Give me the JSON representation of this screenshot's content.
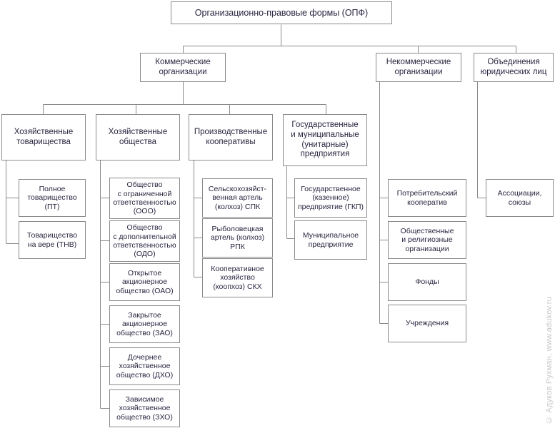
{
  "title": "Организационно-правовые формы (ОПФ)",
  "watermark": "© Адуков Рухман, www.adukov.ru",
  "theme": {
    "border": "#8a8a8a",
    "text": "#2b2540",
    "background": "#ffffff",
    "watermark_color": "#c9c9c9"
  },
  "chart_data": {
    "type": "diagram",
    "subtype": "organizational-hierarchy-tree",
    "title": "Организационно-правовые формы (ОПФ)",
    "orientation": "top-down",
    "levels": 4,
    "root": "Организационно-правовые формы (ОПФ)",
    "branches": [
      {
        "label": "Коммерческие организации",
        "children": [
          {
            "label": "Хозяйственные товарищества",
            "children": [
              "Полное товарищество (ПТ)",
              "Товарищество на вере (ТНВ)"
            ]
          },
          {
            "label": "Хозяйственные общества",
            "children": [
              "Общество с ограниченной ответственностью (ООО)",
              "Общество с дополнительной ответственностью (ОДО)",
              "Открытое акционерное общество (ОАО)",
              "Закрытое акционерное общество (ЗАО)",
              "Дочернее хозяйственное общество (ДХО)",
              "Зависимое хозяйственное общество (ЗХО)"
            ]
          },
          {
            "label": "Производственные кооперативы",
            "children": [
              "Сельскохозяйственная артель (колхоз) СПК",
              "Рыболовецкая артель (колхоз) РПК",
              "Кооперативное хозяйство (коопхоз) СКХ"
            ]
          },
          {
            "label": "Государственные и муниципальные (унитарные) предприятия",
            "children": [
              "Государственное (казенное) предприятие (ГКП)",
              "Муниципальное предприятие"
            ]
          }
        ]
      },
      {
        "label": "Некоммерческие организации",
        "children": [
          {
            "label": "Потребительский кооператив",
            "children": []
          },
          {
            "label": "Общественные и религиозные организации",
            "children": []
          },
          {
            "label": "Фонды",
            "children": []
          },
          {
            "label": "Учреждения",
            "children": []
          }
        ]
      },
      {
        "label": "Объединения юридических лиц",
        "children": [
          {
            "label": "Ассоциации, союзы",
            "children": []
          }
        ]
      }
    ]
  },
  "nodes": {
    "root": "Организационно-правовые формы (ОПФ)",
    "commercial": "Коммерческие\nорганизации",
    "noncommercial": "Некоммерческие\nорганизации",
    "unions": "Объединения\nюридических лиц",
    "partnerships": "Хозяйственные\nтоварищества",
    "societies": "Хозяйственные\nобщества",
    "prod_coops": "Производственные\nкооперативы",
    "state_munic": "Государственные\nи муниципальные\n(унитарные)\nпредприятия",
    "pt": "Полное\nтоварищество\n(ПТ)",
    "tnv": "Товарищество\nна вере (ТНВ)",
    "ooo": "Общество\nс ограниченной\nответственностью\n(ООО)",
    "odo": "Общество\nс дополнительной\nответственностью\n(ОДО)",
    "oao": "Открытое\nакционерное\nобщество (ОАО)",
    "zao": "Закрытое\nакционерное\nобщество (ЗАО)",
    "dho": "Дочернее\nхозяйственное\nобщество (ДХО)",
    "zho": "Зависимое\nхозяйственное\nобщество (ЗХО)",
    "spk": "Сельскохозяйст-\nвенная артель\n(колхоз) СПК",
    "rpk": "Рыболовецкая\nартель (колхоз)\nРПК",
    "skh": "Кооперативное\nхозяйство\n(коопхоз) СКХ",
    "gkp": "Государственное\n(казенное)\nпредприятие (ГКП)",
    "munic": "Муниципальное\nпредприятие",
    "consumer_coop": "Потребительский\nкооператив",
    "public_religious": "Общественные\nи религиозные\nорганизации",
    "funds": "Фонды",
    "institutions": "Учреждения",
    "associations": "Ассоциации,\nсоюзы"
  }
}
